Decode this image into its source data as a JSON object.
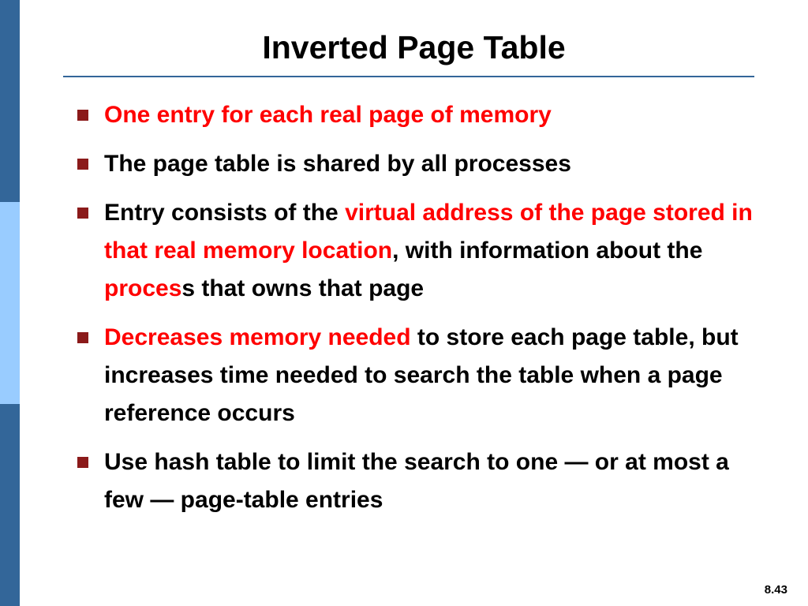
{
  "slide": {
    "title": "Inverted Page Table",
    "page_number": "8.43",
    "bullets": [
      {
        "segments": [
          {
            "text": "One entry for each real page of memory",
            "highlight": true
          }
        ]
      },
      {
        "segments": [
          {
            "text": "The page table is shared by all processes",
            "highlight": false
          }
        ]
      },
      {
        "segments": [
          {
            "text": "Entry consists of the ",
            "highlight": false
          },
          {
            "text": "virtual address of the page stored in that real memory location",
            "highlight": true
          },
          {
            "text": ", with information about the ",
            "highlight": false
          },
          {
            "text": "proces",
            "highlight": true
          },
          {
            "text": "s that owns that page",
            "highlight": false
          }
        ]
      },
      {
        "segments": [
          {
            "text": "Decreases memory needed",
            "highlight": true
          },
          {
            "text": " to store each page table, but increases time needed to search the table when a page reference occurs",
            "highlight": false
          }
        ]
      },
      {
        "segments": [
          {
            "text": "Use hash table to limit the search to one — or at most a few — page-table entries",
            "highlight": false
          }
        ]
      }
    ]
  },
  "colors": {
    "accent_dark": "#336699",
    "accent_light": "#99ccff",
    "highlight_text": "#ff0000",
    "bullet_marker": "#8b1a1a"
  }
}
